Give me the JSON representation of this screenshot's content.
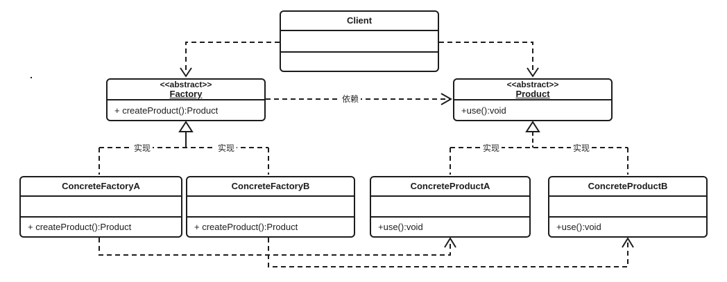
{
  "diagram": {
    "kind": "uml-class-diagram"
  },
  "classes": {
    "client": {
      "name": "Client"
    },
    "factory": {
      "stereotype": "<<abstract>>",
      "name": "Factory",
      "method": "+ createProduct():Product"
    },
    "product": {
      "stereotype": "<<abstract>>",
      "name": "Product",
      "method": "+use():void"
    },
    "concrete_factory_a": {
      "name": "ConcreteFactoryA",
      "method": "+ createProduct():Product"
    },
    "concrete_factory_b": {
      "name": "ConcreteFactoryB",
      "method": "+ createProduct():Product"
    },
    "concrete_product_a": {
      "name": "ConcreteProductA",
      "method": "+use():void"
    },
    "concrete_product_b": {
      "name": "ConcreteProductB",
      "method": "+use():void"
    }
  },
  "edge_labels": {
    "dependency": "依赖",
    "realize_factory_a": "实现",
    "realize_factory_b": "实现",
    "realize_product_a": "实现",
    "realize_product_b": "实现"
  },
  "colors": {
    "line": "#1c1c1c",
    "background": "#ffffff"
  }
}
